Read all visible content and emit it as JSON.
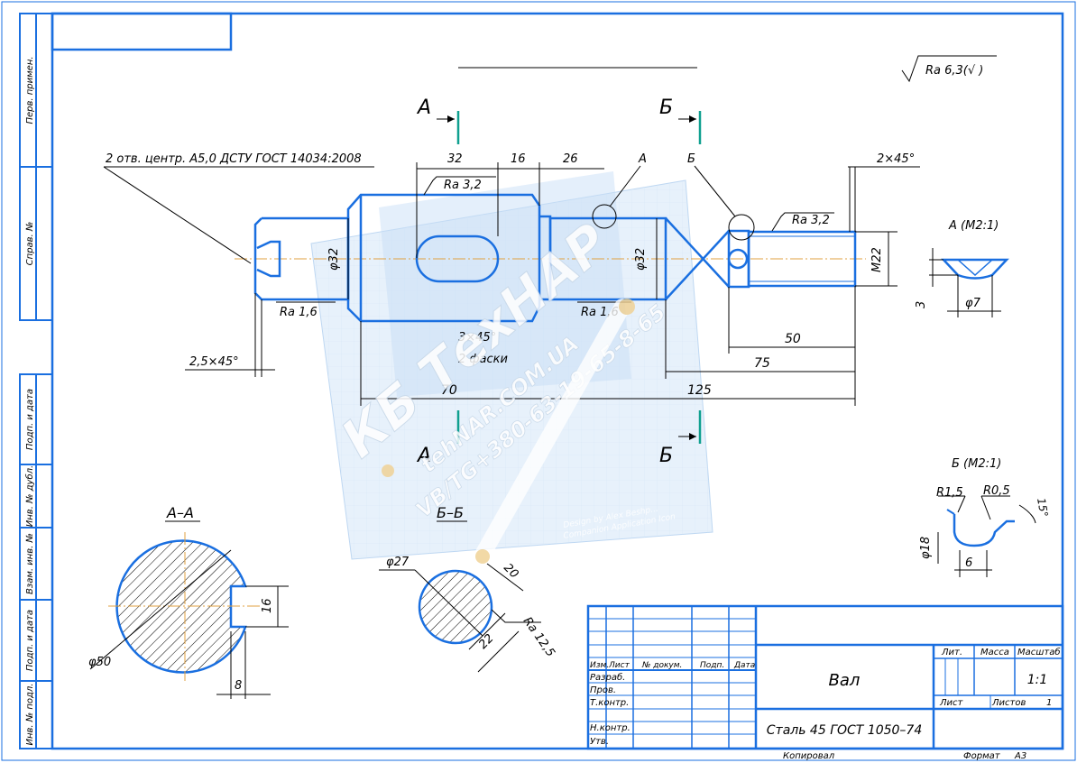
{
  "side_labels": {
    "perv_primen": "Перв. примен.",
    "sprav_no": "Справ. №",
    "podp_data_1": "Подп. и дата",
    "inv_dubl": "Инв. № дубл.",
    "vzam_inv": "Взам. инв. №",
    "podp_data_2": "Подп. и дата",
    "inv_podl": "Инв. № подл."
  },
  "roughness_general": "Ra 6,3(√ )",
  "section_markers": {
    "a_top": "А",
    "b_top": "Б",
    "a_bottom": "А",
    "b_bottom": "Б"
  },
  "callouts": {
    "center_holes": "2 отв. центр. А5,0 ДСТУ ГОСТ 14034:2008",
    "detail_a_flag": "А",
    "detail_b_flag": "Б",
    "chamfer_right": "2×45°",
    "chamfer_left": "2,5×45°",
    "chamfer_mid": "3×45°",
    "chamfer_mid_count": "2 фаски"
  },
  "dimensions": {
    "d32": "32",
    "d16": "16",
    "d26": "26",
    "phi32_left": "φ32",
    "phi32_mid": "φ32",
    "m22": "М22",
    "d50": "50",
    "d75": "75",
    "d125": "125",
    "d70": "70"
  },
  "roughness": {
    "ra32_key": "Ra 3,2",
    "ra32_thread": "Ra 3,2",
    "ra16_left": "Ra 1,6",
    "ra16_mid": "Ra 1,6"
  },
  "detail_a": {
    "title": "А (М2:1)",
    "phi7": "φ7",
    "depth": "3"
  },
  "detail_b": {
    "title": "Б (М2:1)",
    "r15": "R1,5",
    "r05": "R0,5",
    "angle": "15°",
    "phi18": "φ18",
    "width": "6"
  },
  "section_aa": {
    "title": "А–А",
    "phi50": "φ50",
    "key_h": "16",
    "key_w": "8"
  },
  "section_bb": {
    "title": "Б–Б",
    "phi27": "φ27",
    "across_flats": "22",
    "flat_len": "20",
    "ra125": "Ra 12,5"
  },
  "title_block": {
    "name": "Вал",
    "material": "Сталь 45 ГОСТ 1050–74",
    "rows": [
      "Изм.",
      "Лист",
      "№ докум.",
      "Подп.",
      "Дата"
    ],
    "roles": [
      "Разраб.",
      "Пров.",
      "Т.контр.",
      "Н.контр.",
      "Утв."
    ],
    "lit": "Лит.",
    "massa": "Масса",
    "masshtab": "Масштаб",
    "scale_value": "1:1",
    "list": "Лист",
    "listov": "Листов",
    "listov_value": "1",
    "kopiroval": "Копировал",
    "format": "Формат",
    "format_value": "А3"
  },
  "watermark": {
    "line1": "КБ ТехНАР",
    "line2": "tehNAR.COM.UA",
    "line3": "VB/TG+380-63-19-65-8-65",
    "small1": "Design by Alex Beshp...",
    "small2": "Companion Application Icon"
  },
  "colors": {
    "line": "#1a6fe0",
    "dim": "#000000",
    "axis": "#e0a040",
    "marker": "#10a090"
  }
}
